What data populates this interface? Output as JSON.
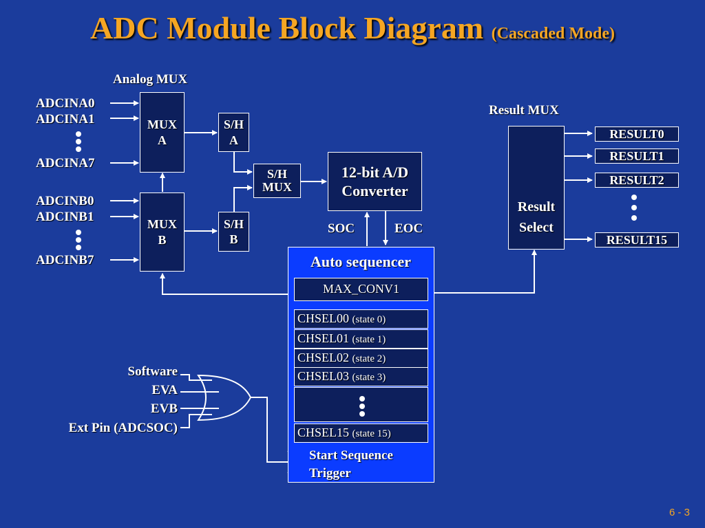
{
  "title": {
    "main": "ADC Module Block Diagram",
    "sub": "(Cascaded Mode)"
  },
  "analog_mux": {
    "label": "Analog MUX",
    "inputs_a": [
      "ADCINA0",
      "ADCINA1",
      "ADCINA7"
    ],
    "inputs_b": [
      "ADCINB0",
      "ADCINB1",
      "ADCINB7"
    ],
    "mux_a": [
      "MUX",
      "A"
    ],
    "mux_b": [
      "MUX",
      "B"
    ]
  },
  "sh_a": [
    "S/H",
    "A"
  ],
  "sh_b": [
    "S/H",
    "B"
  ],
  "sh_mux": [
    "S/H",
    "MUX"
  ],
  "converter": [
    "12-bit A/D",
    "Converter"
  ],
  "soc": "SOC",
  "eoc": "EOC",
  "result_mux": {
    "label": "Result MUX",
    "select": [
      "Result",
      "Select"
    ],
    "outputs": [
      "RESULT0",
      "RESULT1",
      "RESULT2",
      "RESULT15"
    ]
  },
  "sequencer": {
    "title": "Auto sequencer",
    "max_conv": "MAX_CONV1",
    "rows": [
      {
        "name": "CHSEL00",
        "state": "(state 0)"
      },
      {
        "name": "CHSEL01",
        "state": "(state 1)"
      },
      {
        "name": "CHSEL02",
        "state": "(state 2)"
      },
      {
        "name": "CHSEL03",
        "state": "(state 3)"
      },
      {
        "name": "CHSEL15",
        "state": "(state 15)"
      }
    ],
    "trigger": [
      "Start Sequence",
      "Trigger"
    ]
  },
  "triggers": [
    "Software",
    "EVA",
    "EVB",
    "Ext Pin (ADCSOC)"
  ],
  "page_number": "6 - 3"
}
